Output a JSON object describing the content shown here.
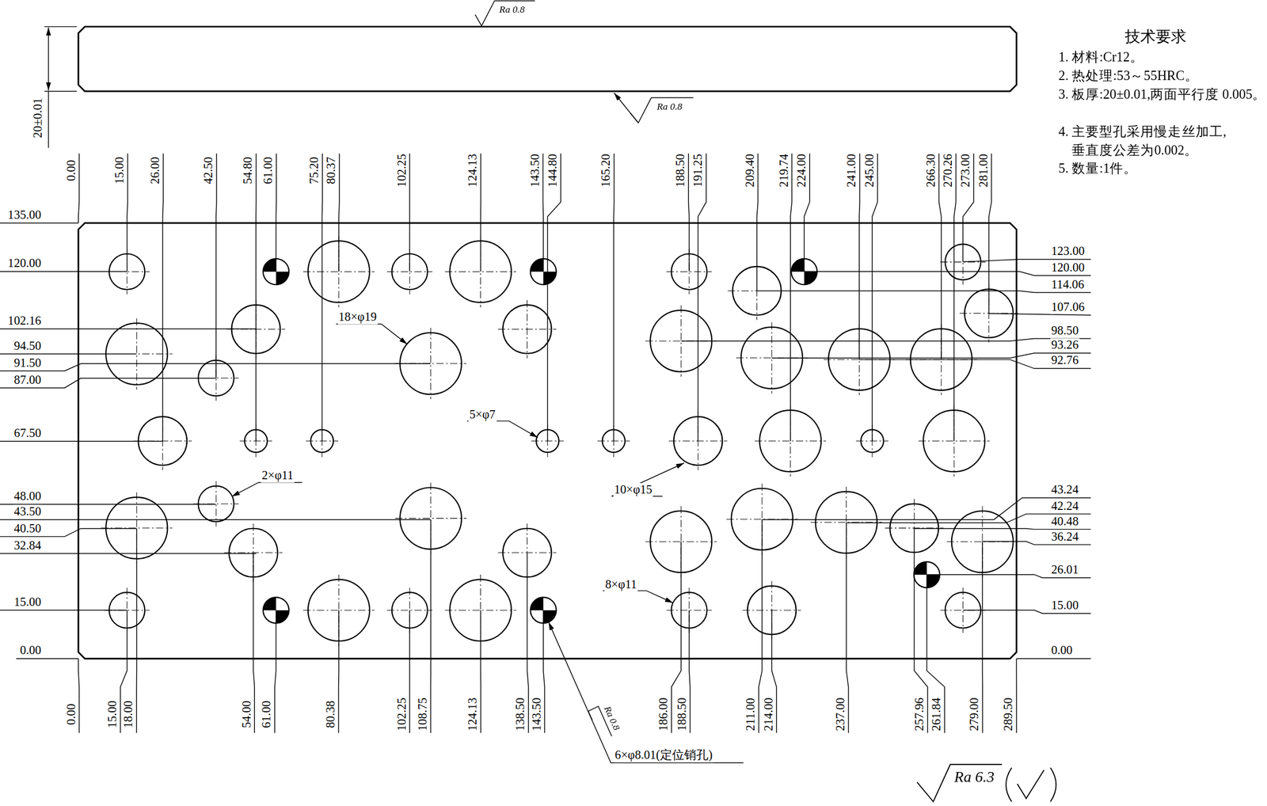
{
  "diagram": {
    "title": "技术要求",
    "labels": [
      "Ra 0.8",
      "20±0.01",
      "Ra 0.8",
      "1. 材料:Cr12。",
      "2. 热处理:53～55HRC。",
      "3. 板厚:20±0.01,两面平行度 0.005。",
      "4. 主要型孔采用慢走丝加工, 垂直度公差为0.002。",
      "5. 数量:1件。",
      "0.00",
      "15.00",
      "26.00",
      "42.50",
      "54.80",
      "61.00",
      "75.20",
      "80.37",
      "102.25",
      "124.13",
      "143.50",
      "144.80",
      "165.20",
      "188.50",
      "191.25",
      "209.40",
      "219.74",
      "224.00",
      "241.00",
      "245.00",
      "266.30",
      "270.26",
      "273.00",
      "281.00",
      "135.00",
      "120.00",
      "102.16",
      "94.50",
      "91.50",
      "87.00",
      "67.50",
      "48.00",
      "43.50",
      "40.50",
      "32.84",
      "15.00",
      "0.00",
      "123.00",
      "120.00",
      "114.06",
      "107.06",
      "98.50",
      "93.26",
      "92.76",
      "43.24",
      "42.24",
      "40.48",
      "36.24",
      "26.01",
      "15.00",
      "0.00",
      "18×φ19",
      "5×φ7",
      "2×φ11",
      "10×φ15",
      "8×φ11",
      "0.00",
      "15.00",
      "18.00",
      "54.00",
      "61.00",
      "80.38",
      "102.25",
      "108.75",
      "124.13",
      "138.50",
      "143.50",
      "186.00",
      "188.50",
      "211.00",
      "214.00",
      "237.00",
      "257.96",
      "261.84",
      "279.00",
      "289.50",
      "Ra 0.8",
      "6×φ8.01(定位销孔)",
      "Ra 6.3"
    ]
  }
}
